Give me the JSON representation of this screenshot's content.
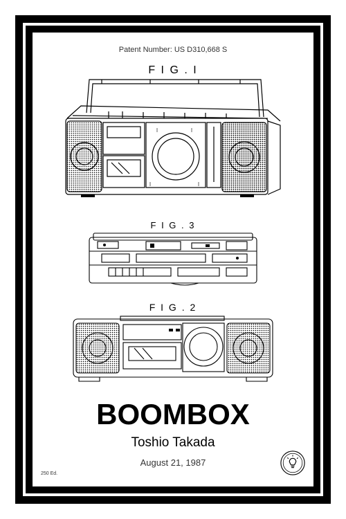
{
  "poster": {
    "patent_number": "Patent Number: US D310,668 S",
    "title": "BOOMBOX",
    "inventor": "Toshio Takada",
    "date": "August 21, 1987",
    "edition": "250 Ed."
  },
  "figures": [
    {
      "label": "F I G . I"
    },
    {
      "label": "F I G . 3"
    },
    {
      "label": "F I G . 2"
    }
  ],
  "icons": {
    "seal": "lightbulb-seal-icon"
  },
  "colors": {
    "frame": "#000000",
    "ink": "#000000",
    "paper": "#ffffff"
  }
}
